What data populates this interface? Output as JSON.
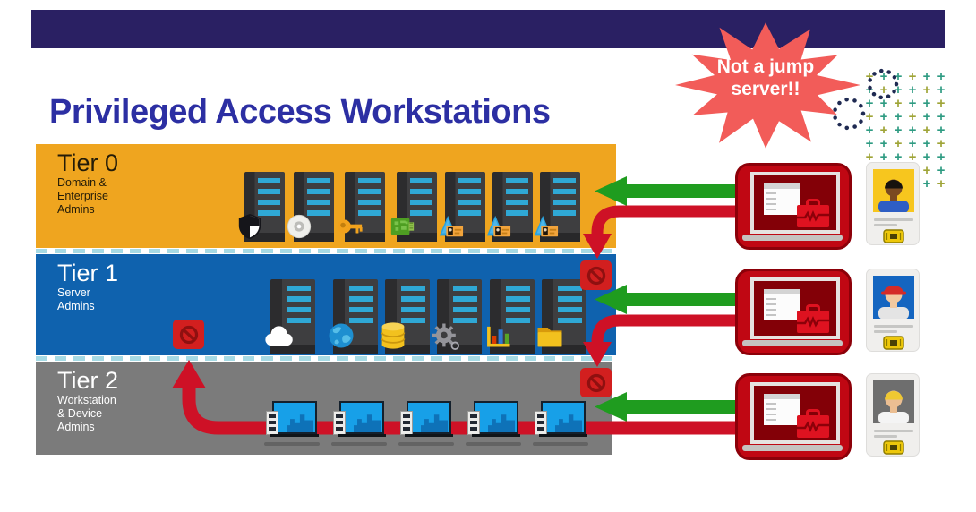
{
  "title": {
    "text": "Privileged Access Workstations",
    "color": "#2C2FA3"
  },
  "topbar": {
    "color": "#2A2063"
  },
  "callout": {
    "line1": "Not a jump",
    "line2": "server!!",
    "bg": "#F25C59",
    "text_color": "#FFFFFF"
  },
  "arrows": {
    "allowed_color": "#1F9C1F",
    "blocked_color": "#CE1126"
  },
  "tiers": [
    {
      "name": "Tier 0",
      "sub1": "Domain &",
      "sub2": "Enterprise",
      "sub3": "Admins",
      "bg": "#EFA51F",
      "text_color": "#241C08",
      "server_icons": [
        "shield-icon",
        "disc-icon",
        "key-icon",
        "chip-icon",
        "certificate-icon",
        "certificate-icon",
        "certificate-icon"
      ]
    },
    {
      "name": "Tier 1",
      "sub1": "Server",
      "sub2": "Admins",
      "sub3": "",
      "bg": "#0F62AE",
      "text_color": "#FFFFFF",
      "server_icons": [
        "cloud-icon",
        "globe-icon",
        "database-icon",
        "gear-icon",
        "chart-icon",
        "folder-icon"
      ]
    },
    {
      "name": "Tier 2",
      "sub1": "Workstation",
      "sub2": "& Device",
      "sub3": "Admins",
      "bg": "#7B7B7B",
      "text_color": "#FFFFFF",
      "workstation_count": 5
    }
  ],
  "paw": {
    "count": 3,
    "shell_color": "#C00713",
    "screen_color": "#830007"
  },
  "badges": [
    {
      "photo_bg": "#F7C61E",
      "skin": "#7A4A21",
      "hair": "#17120E",
      "shirt": "#2E5EC4",
      "cap": ""
    },
    {
      "photo_bg": "#1465C0",
      "skin": "#F2C9A0",
      "hair": "#F0F0F0",
      "shirt": "#E4E4E4",
      "cap": "#D42B28"
    },
    {
      "photo_bg": "#6E6E6E",
      "skin": "#EBBE92",
      "hair": "#EFC832",
      "shirt": "#F4F4F4",
      "cap": ""
    }
  ],
  "decor": {
    "plus_rows": 9,
    "plus_cols": 6,
    "plus_colors": [
      "#2E9B82",
      "#9FA437"
    ]
  }
}
